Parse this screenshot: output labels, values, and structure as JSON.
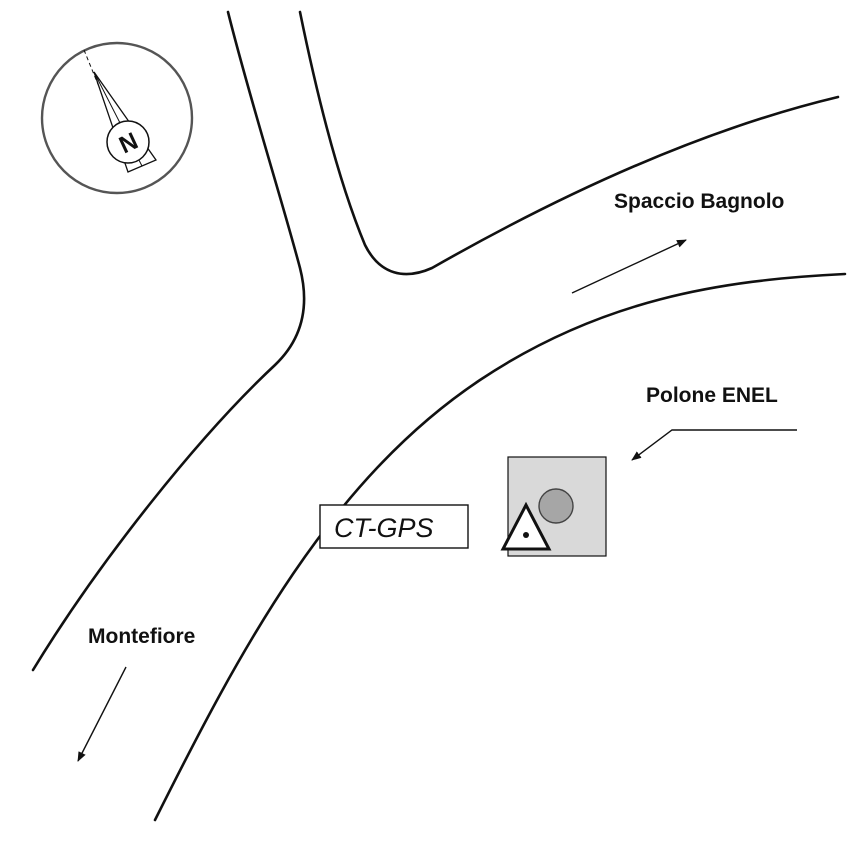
{
  "labels": {
    "spaccio": "Spaccio Bagnolo",
    "polone": "Polone ENEL",
    "montefiore": "Montefiore",
    "station": "CT-GPS"
  },
  "compass": {
    "letter": "N"
  },
  "colors": {
    "road": "#111111",
    "compass_ring": "#555555",
    "pole_area_fill": "#d9d9d9",
    "pole_fill": "#a6a6a6"
  },
  "icons": [
    "north-arrow-icon",
    "gps-station-triangle-icon",
    "pole-circle-icon",
    "direction-arrow-icon"
  ]
}
